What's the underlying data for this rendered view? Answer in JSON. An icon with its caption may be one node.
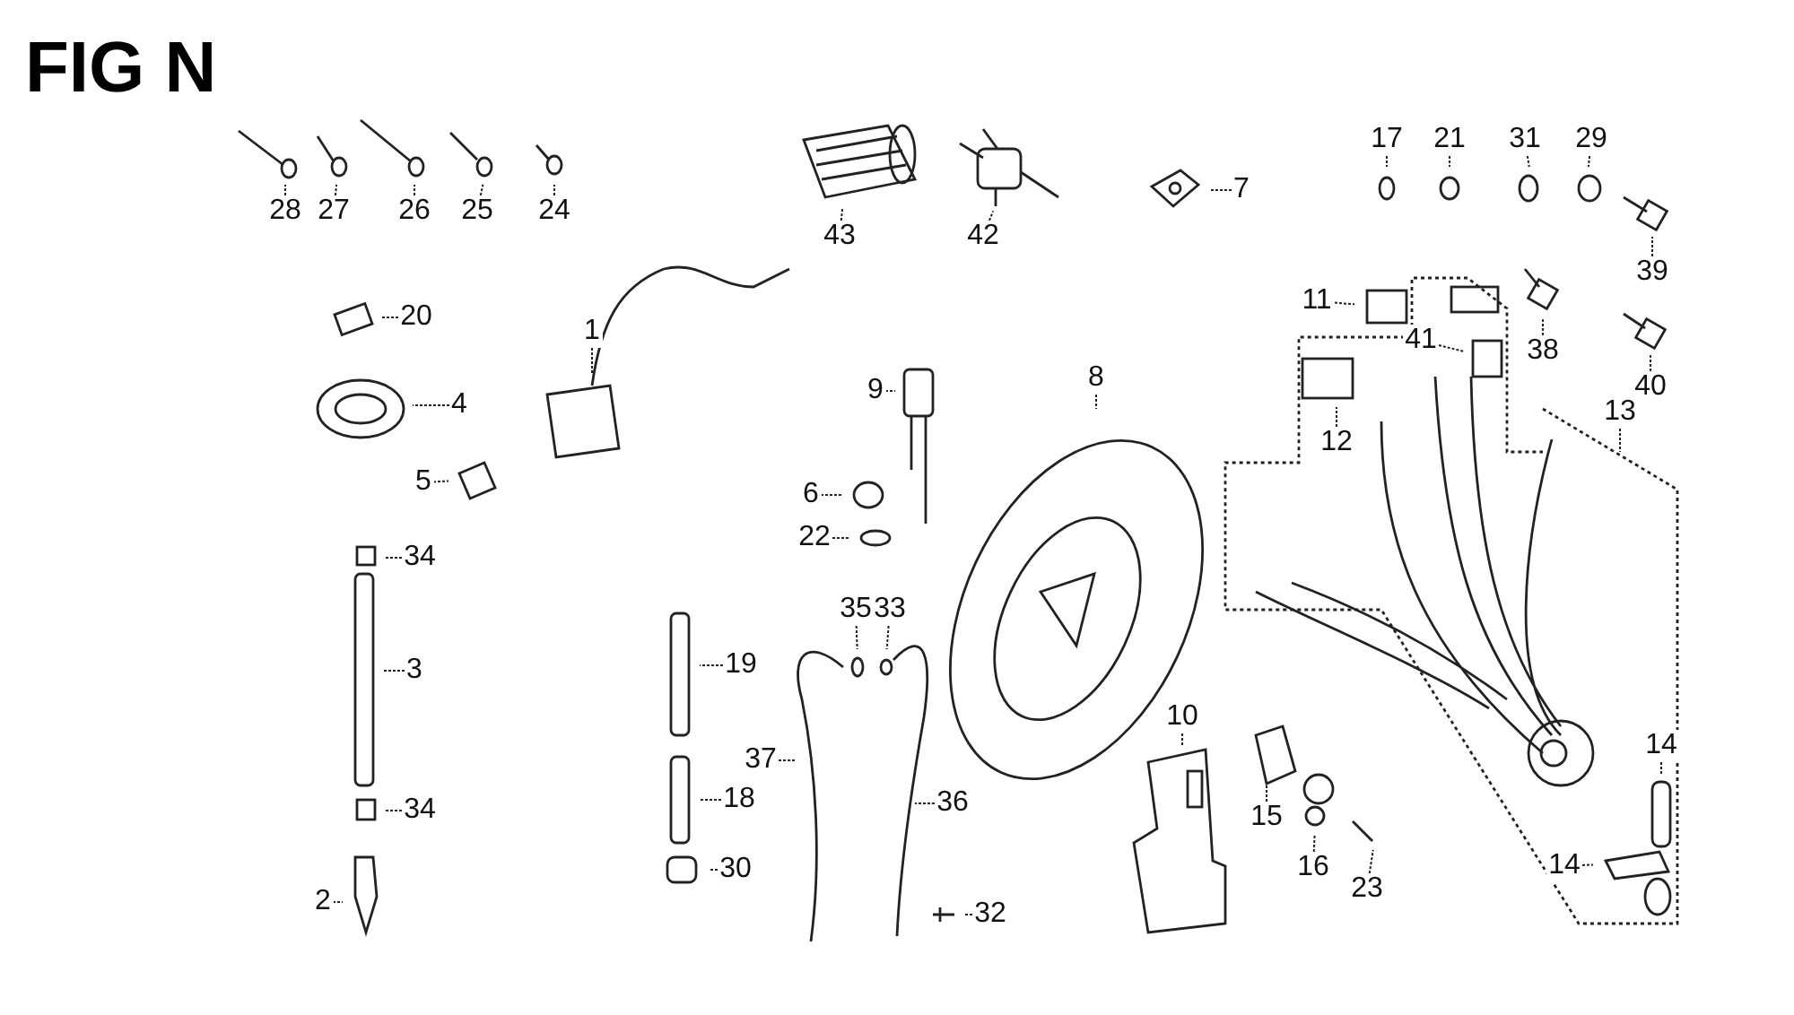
{
  "diagram": {
    "title": "FIG N",
    "nodes": [
      {
        "text": [
          "28"
        ]
      },
      {
        "text": [
          "27"
        ]
      },
      {
        "text": [
          "26"
        ]
      },
      {
        "text": [
          "25"
        ]
      },
      {
        "text": [
          "24"
        ]
      },
      {
        "text": [
          "43"
        ]
      },
      {
        "text": [
          "42"
        ]
      },
      {
        "text": [
          "7"
        ]
      },
      {
        "text": [
          "17"
        ]
      },
      {
        "text": [
          "21"
        ]
      },
      {
        "text": [
          "31"
        ]
      },
      {
        "text": [
          "29"
        ]
      },
      {
        "text": [
          "39"
        ]
      },
      {
        "text": [
          "20"
        ]
      },
      {
        "text": [
          "1"
        ]
      },
      {
        "text": [
          "11"
        ]
      },
      {
        "text": [
          "41"
        ]
      },
      {
        "text": [
          "38"
        ]
      },
      {
        "text": [
          "40"
        ]
      },
      {
        "text": [
          "12"
        ]
      },
      {
        "text": [
          "13"
        ]
      },
      {
        "text": [
          "4"
        ]
      },
      {
        "text": [
          "9"
        ]
      },
      {
        "text": [
          "8"
        ]
      },
      {
        "text": [
          "5"
        ]
      },
      {
        "text": [
          "6"
        ]
      },
      {
        "text": [
          "22"
        ]
      },
      {
        "text": [
          "34"
        ]
      },
      {
        "text": [
          "3"
        ]
      },
      {
        "text": [
          "34"
        ]
      },
      {
        "text": [
          "19"
        ]
      },
      {
        "text": [
          "35"
        ]
      },
      {
        "text": [
          "33"
        ]
      },
      {
        "text": [
          "37"
        ]
      },
      {
        "text": [
          "36"
        ]
      },
      {
        "text": [
          "18"
        ]
      },
      {
        "text": [
          "30"
        ]
      },
      {
        "text": [
          "2"
        ]
      },
      {
        "text": [
          "10"
        ]
      },
      {
        "text": [
          "15"
        ]
      },
      {
        "text": [
          "16"
        ]
      },
      {
        "text": [
          "23"
        ]
      },
      {
        "text": [
          "14"
        ]
      },
      {
        "text": [
          "14"
        ]
      },
      {
        "text": [
          "32"
        ]
      }
    ],
    "edges": [
      {
        "from": 0,
        "to": null,
        "arrow": "none"
      },
      {
        "from": 1,
        "to": null,
        "arrow": "none"
      },
      {
        "from": 2,
        "to": null,
        "arrow": "none"
      },
      {
        "from": 3,
        "to": null,
        "arrow": "none"
      },
      {
        "from": 4,
        "to": null,
        "arrow": "none"
      },
      {
        "from": 5,
        "to": null,
        "arrow": "none"
      },
      {
        "from": 6,
        "to": null,
        "arrow": "none"
      },
      {
        "from": 7,
        "to": null,
        "arrow": "none"
      },
      {
        "from": 8,
        "to": null,
        "arrow": "none"
      },
      {
        "from": 9,
        "to": null,
        "arrow": "none"
      },
      {
        "from": 10,
        "to": null,
        "arrow": "none"
      },
      {
        "from": 11,
        "to": null,
        "arrow": "none"
      },
      {
        "from": 12,
        "to": null,
        "arrow": "none"
      },
      {
        "from": 13,
        "to": null,
        "arrow": "none"
      },
      {
        "from": 14,
        "to": null,
        "arrow": "none"
      },
      {
        "from": 15,
        "to": null,
        "arrow": "none"
      },
      {
        "from": 16,
        "to": null,
        "arrow": "none"
      },
      {
        "from": 17,
        "to": null,
        "arrow": "none"
      },
      {
        "from": 18,
        "to": null,
        "arrow": "none"
      },
      {
        "from": 19,
        "to": null,
        "arrow": "none"
      },
      {
        "from": 20,
        "to": null,
        "arrow": "none"
      },
      {
        "from": 21,
        "to": null,
        "arrow": "none"
      },
      {
        "from": 22,
        "to": null,
        "arrow": "none"
      },
      {
        "from": 23,
        "to": null,
        "arrow": "none"
      },
      {
        "from": 24,
        "to": null,
        "arrow": "none"
      },
      {
        "from": 25,
        "to": null,
        "arrow": "none"
      },
      {
        "from": 26,
        "to": null,
        "arrow": "none"
      },
      {
        "from": 27,
        "to": null,
        "arrow": "none"
      },
      {
        "from": 28,
        "to": null,
        "arrow": "none"
      },
      {
        "from": 29,
        "to": null,
        "arrow": "none"
      },
      {
        "from": 30,
        "to": null,
        "arrow": "none"
      },
      {
        "from": 31,
        "to": null,
        "arrow": "none"
      },
      {
        "from": 32,
        "to": null,
        "arrow": "none"
      },
      {
        "from": 33,
        "to": null,
        "arrow": "none"
      },
      {
        "from": 34,
        "to": null,
        "arrow": "none"
      },
      {
        "from": 35,
        "to": null,
        "arrow": "none"
      },
      {
        "from": 36,
        "to": null,
        "arrow": "none"
      },
      {
        "from": 37,
        "to": null,
        "arrow": "none"
      },
      {
        "from": 38,
        "to": null,
        "arrow": "none"
      },
      {
        "from": 39,
        "to": null,
        "arrow": "none"
      },
      {
        "from": 40,
        "to": null,
        "arrow": "none"
      },
      {
        "from": 41,
        "to": null,
        "arrow": "none"
      },
      {
        "from": 42,
        "to": null,
        "arrow": "none"
      },
      {
        "from": 43,
        "to": null,
        "arrow": "none"
      },
      {
        "from": 44,
        "to": null,
        "arrow": "none"
      }
    ]
  }
}
